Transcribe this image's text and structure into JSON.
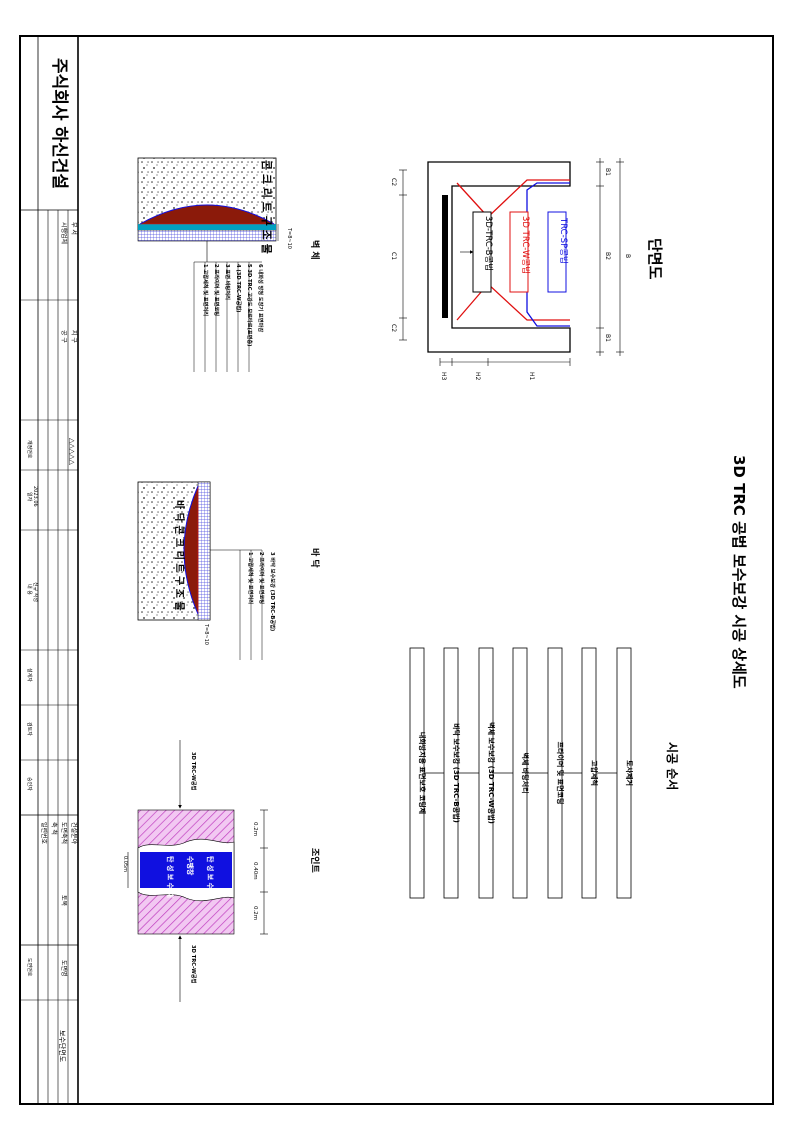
{
  "colors": {
    "red": "#e01010",
    "blue": "#1010e0",
    "brown": "#8b1a0a",
    "grid_blue": "#4a4ae0",
    "magenta_hatch": "#d050d0",
    "cyan": "#00a0c0",
    "black": "#000000"
  },
  "company": {
    "name": "주식회사 하신건설"
  },
  "main_title": "3D TRC 공법 보수보강 시공 상세도",
  "section": {
    "title": "단면도",
    "labels": {
      "trc_sp": "TRC-SP공법",
      "trc_w": "3D TRC-W공법",
      "trc_b": "3D-TRC-B공법"
    },
    "dims": {
      "B": "B",
      "B1a": "B1",
      "B1b": "B1",
      "B2": "B2",
      "C1": "C1",
      "C2a": "C2",
      "C2b": "C2",
      "H1": "H1",
      "H2": "H2",
      "H3": "H3"
    }
  },
  "wall_detail": {
    "title": "벽 체",
    "body_text": "콘 크 리 트 구 조 물",
    "dim": "T=8~10",
    "steps": [
      "6 내화성 방청 도장기 표면마감",
      "5 3D TRC 고강도 모르타르(표면층)",
      "4 (3D TRC-W공법)",
      "3 표면 바탕처리",
      "2 프라이머 및 표면코팅",
      "1 고압세척 및 표면처리"
    ]
  },
  "floor_detail": {
    "title": "바 닥",
    "body_text": "바 닥 콘 크 리 트 구 조 물",
    "dim": "T=8~10",
    "steps": [
      "3 바닥 보수보강 (3D TRC-B공법)",
      "2 프라이머 및 표면코팅",
      "1 고압세척 및 표면처리"
    ]
  },
  "joint_detail": {
    "title": "조인트",
    "dims": {
      "left": "0.2m",
      "middle": "0.40m",
      "right": "0.2m",
      "gap": "0.05m"
    },
    "callouts": {
      "top": "3D TRC-W공법",
      "bottom": "3D TRC-W공법"
    },
    "joint_text_a": "탄 성 보 수 재",
    "joint_text_b": "탄 성 보 수 재",
    "joint_center": "수팽창"
  },
  "process": {
    "title": "시공 순서",
    "steps": [
      "토사제거",
      "고압세척",
      "프라이머 및 표면코팅",
      "벽체 바탕처리",
      "벽체 보수보강 (3D TRC-W공법)",
      "바닥 보수보강 (3D TRC-B공법)",
      "내화방지용 표면보호 코팅제"
    ]
  },
  "title_block": {
    "dept_label": "부 서",
    "dept_value": "시행업체",
    "region_label": "지 구",
    "region_value": "공 구",
    "revision_label": "개정번호",
    "date_label": "일자",
    "date_value": "2023.06",
    "content_label": "내 용",
    "content_value": "신규 작성",
    "designer": "설계자",
    "checker": "검토자",
    "approver": "승인자",
    "project_label": "건설분야",
    "drawing_cat_label": "도면축척",
    "scale_label": "축 척",
    "number_label": "일련번호",
    "scale_value": "토목",
    "drawing_name_label": "도면명",
    "drawing_no_label": "도면번호",
    "drawing_name_value": "보수단면도"
  }
}
